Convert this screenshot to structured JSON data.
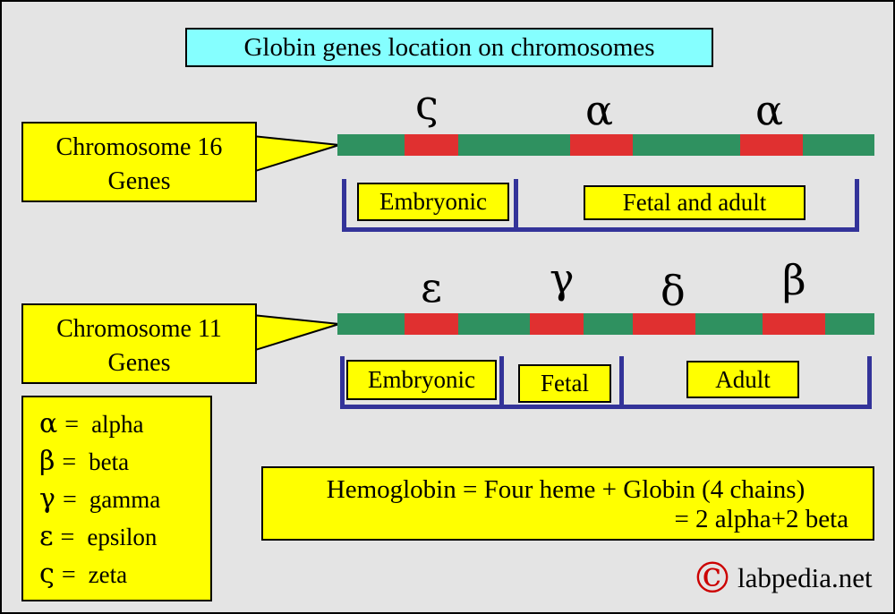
{
  "title": "Globin genes location on chromosomes",
  "colors": {
    "background": "#e4e4e4",
    "title_bg": "#85ffff",
    "box_yellow": "#ffff00",
    "bar_green": "#2f9160",
    "gene_red": "#e03030",
    "bracket_navy": "#333399",
    "copyright_red": "#cc0000"
  },
  "chromosome16": {
    "label_line1": "Chromosome 16",
    "label_line2": "Genes",
    "genes": [
      {
        "symbol": "ς"
      },
      {
        "symbol": "α"
      },
      {
        "symbol": "α"
      }
    ],
    "groups": [
      {
        "label": "Embryonic"
      },
      {
        "label": "Fetal and adult"
      }
    ]
  },
  "chromosome11": {
    "label_line1": "Chromosome 11",
    "label_line2": "Genes",
    "genes": [
      {
        "symbol": "ε"
      },
      {
        "symbol": "γ"
      },
      {
        "symbol": "δ"
      },
      {
        "symbol": "β"
      }
    ],
    "groups": [
      {
        "label": "Embryonic"
      },
      {
        "label": "Fetal"
      },
      {
        "label": "Adult"
      }
    ]
  },
  "legend": [
    {
      "symbol": "α",
      "eq": "=",
      "name": "alpha"
    },
    {
      "symbol": "β",
      "eq": "=",
      "name": "beta"
    },
    {
      "symbol": "γ",
      "eq": "=",
      "name": "gamma"
    },
    {
      "symbol": "ε",
      "eq": "=",
      "name": "epsilon"
    },
    {
      "symbol": "ς",
      "eq": "=",
      "name": "zeta"
    }
  ],
  "formula": {
    "line1": "Hemoglobin = Four heme + Globin (4 chains)",
    "line2": "= 2 alpha+2 beta"
  },
  "watermark": {
    "symbol": "©",
    "site": "labpedia.net"
  }
}
